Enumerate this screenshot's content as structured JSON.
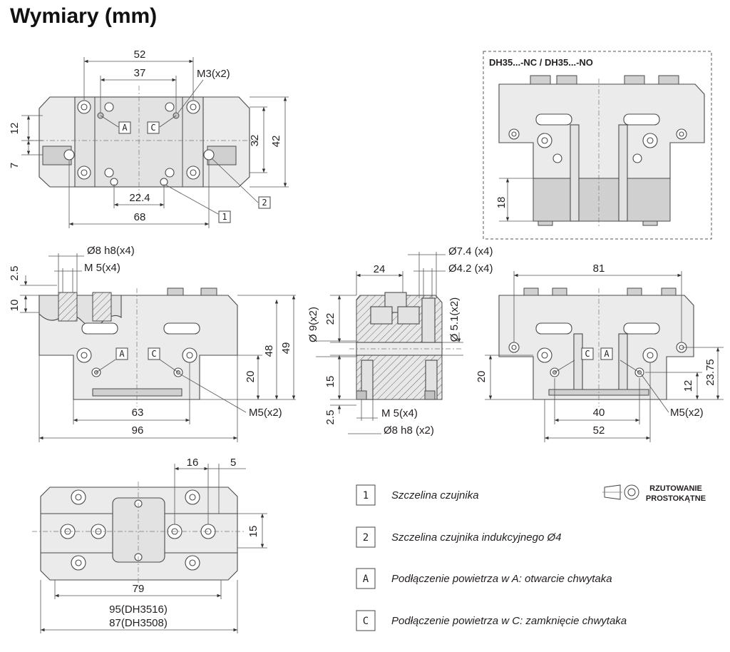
{
  "title": "Wymiary (mm)",
  "variant_label": "DH35...-NC / DH35...-NO",
  "projection_symbol": {
    "line1": "RZUTOWANIE",
    "line2": "PROSTOKĄTNE"
  },
  "legend": [
    {
      "key": "1",
      "text": "Szczelina czujnika"
    },
    {
      "key": "2",
      "text": "Szczelina czujnika indukcyjnego Ø4"
    },
    {
      "key": "A",
      "text": "Podłączenie powietrza w A: otwarcie chwytaka"
    },
    {
      "key": "C",
      "text": "Podłączenie powietrza w C: zamknięcie chwytaka"
    }
  ],
  "marker_labels": {
    "a": "A",
    "c": "C",
    "one": "1",
    "two": "2"
  },
  "top_view": {
    "d52": "52",
    "d37": "37",
    "thread": "M3(x2)",
    "d12": "12",
    "d7": "7",
    "d32": "32",
    "d42": "42",
    "d22_4": "22.4",
    "d68": "68"
  },
  "variant_view": {
    "d18": "18"
  },
  "front_view": {
    "pin": "Ø8 h8(x4)",
    "thread": "M 5(x4)",
    "d2_5": "2.5",
    "d10": "10",
    "d48": "48",
    "d49": "49",
    "d20": "20",
    "d63": "63",
    "d96": "96",
    "port": "M5(x2)"
  },
  "section_view": {
    "d24": "24",
    "bore74": "Ø7.4  (x4)",
    "bore42": "Ø4.2  (x4)",
    "d9": "Ø  9(x2)",
    "d22": "22",
    "d51": "Ø  5.1(x2)",
    "d15": "15",
    "d2_5": "2.5",
    "thread": "M 5(x4)",
    "pin": "Ø8 h8 (x2)"
  },
  "side_view": {
    "d81": "81",
    "d20": "20",
    "d12": "12",
    "d23_75": "23.75",
    "d40": "40",
    "d52": "52",
    "port": "M5(x2)"
  },
  "bottom_view": {
    "d16": "16",
    "d5": "5",
    "d15": "15",
    "d79": "79",
    "d95": "95(DH3516)",
    "d87": "87(DH3508)"
  }
}
